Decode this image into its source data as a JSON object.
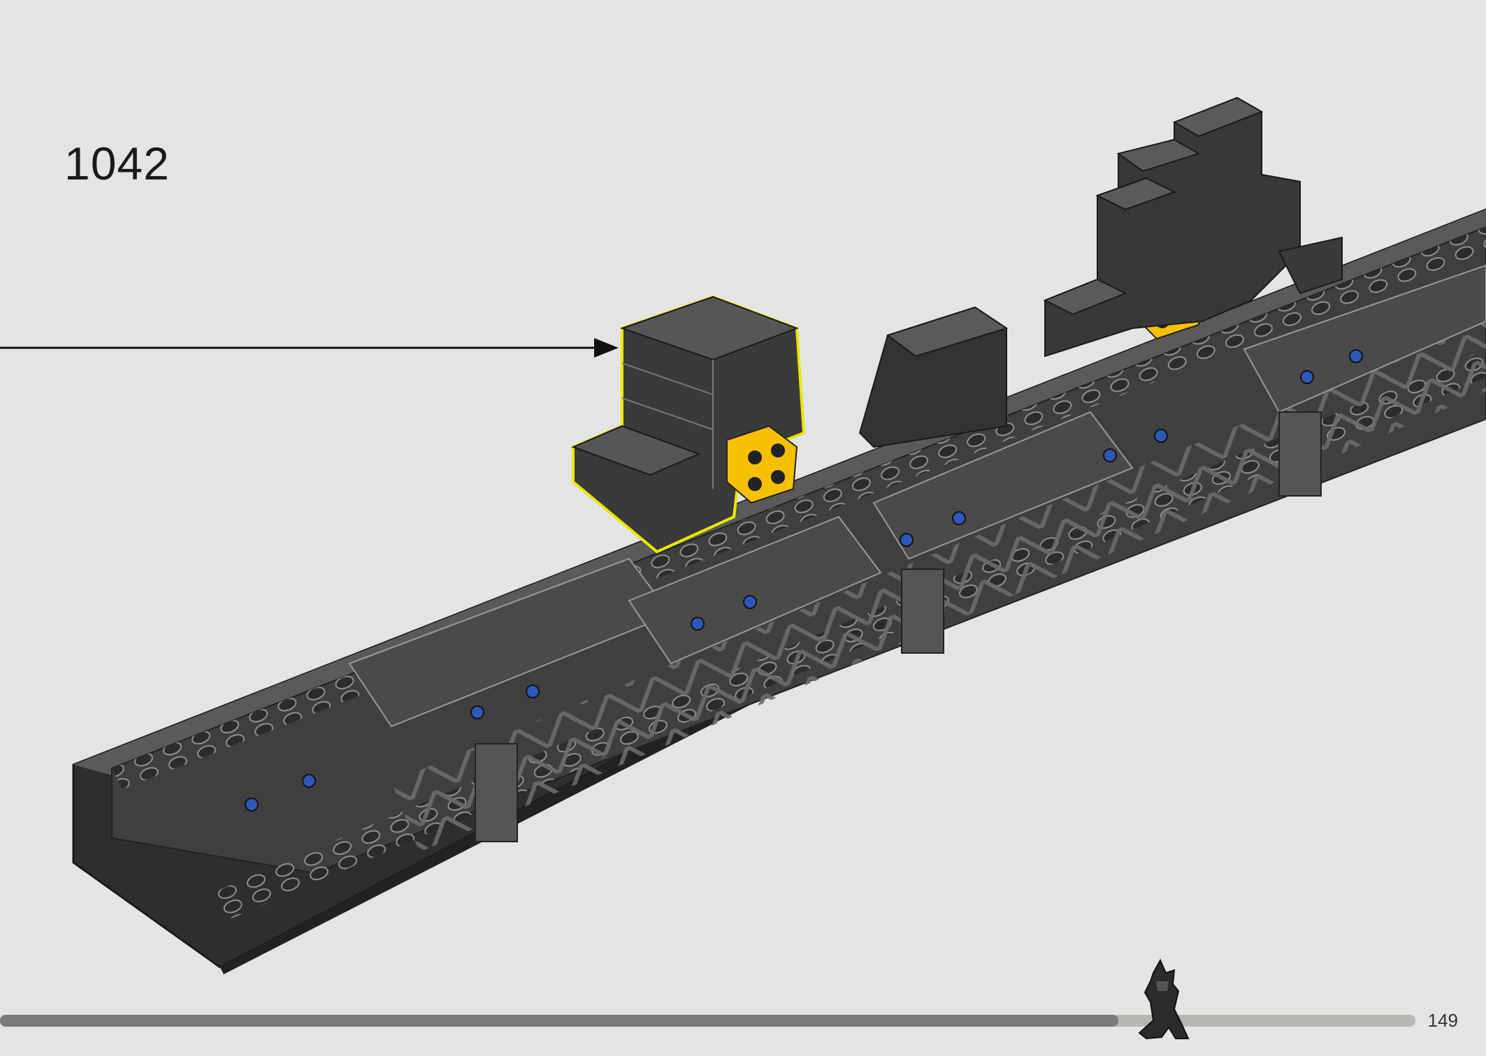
{
  "page": {
    "step_number": "1042",
    "page_number": "149"
  },
  "progress": {
    "fraction": 0.79,
    "color_done": "#7a7a78",
    "color_remaining": "#b9b7b3"
  },
  "colors": {
    "background": "#e4e4e4",
    "model_dark": "#3d3d3d",
    "model_mid": "#555555",
    "model_light": "#8a8a8a",
    "highlight_outline": "#e8e800",
    "yellow_brick": "#f6c000",
    "blue_pin": "#2d58b8"
  },
  "icons": {
    "arrow": "callout-arrow",
    "figure": "batman-minifigure-icon"
  }
}
